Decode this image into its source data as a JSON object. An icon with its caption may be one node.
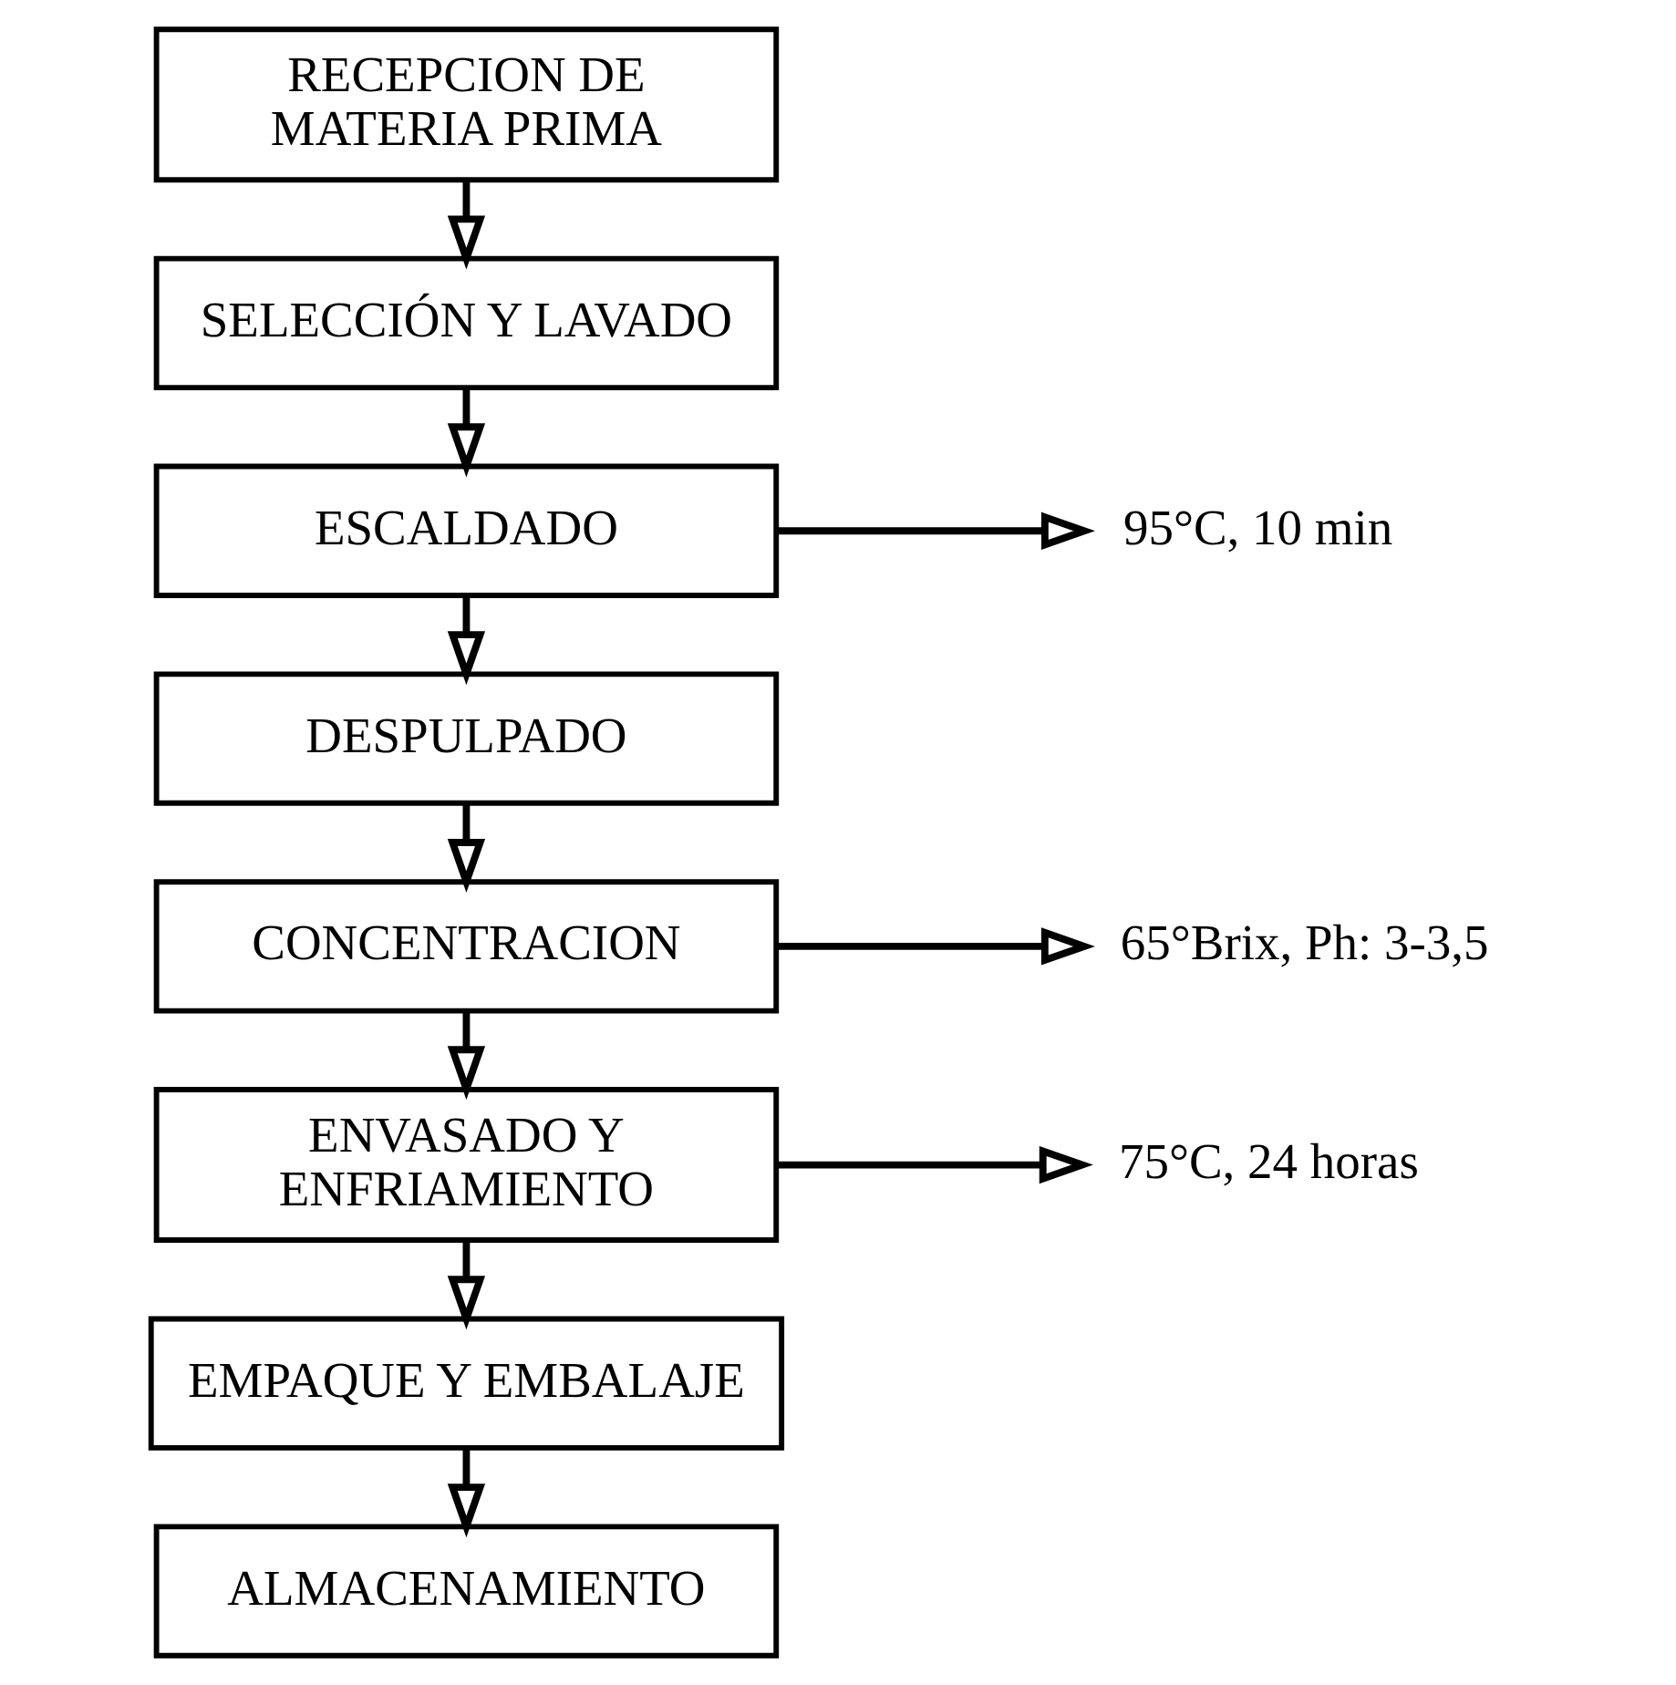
{
  "diagram": {
    "nodes": [
      {
        "text": [
          "RECEPCION DE MATERIA PRIMA"
        ]
      },
      {
        "text": [
          "SELECCIÓN Y LAVADO"
        ]
      },
      {
        "text": [
          "ESCALDADO"
        ]
      },
      {
        "text": [
          "DESPULPADO"
        ]
      },
      {
        "text": [
          "CONCENTRACION"
        ]
      },
      {
        "text": [
          "ENVASADO Y ENFRIAMIENTO"
        ]
      },
      {
        "text": [
          "EMPAQUE Y EMBALAJE"
        ]
      },
      {
        "text": [
          "ALMACENAMIENTO"
        ]
      },
      {
        "text": [
          "95°C, 10 min"
        ]
      },
      {
        "text": [
          "65°Brix, Ph: 3-3,5"
        ]
      },
      {
        "text": [
          "75°C, 24 horas"
        ]
      }
    ],
    "edges": [
      {
        "from": 0,
        "to": 1,
        "arrow": "to"
      },
      {
        "from": 1,
        "to": 2,
        "arrow": "to"
      },
      {
        "from": 2,
        "to": 3,
        "arrow": "to"
      },
      {
        "from": 3,
        "to": 4,
        "arrow": "to"
      },
      {
        "from": 4,
        "to": 5,
        "arrow": "to"
      },
      {
        "from": 5,
        "to": 6,
        "arrow": "to"
      },
      {
        "from": 6,
        "to": 7,
        "arrow": "to"
      },
      {
        "from": 2,
        "to": 8,
        "arrow": "to"
      },
      {
        "from": 4,
        "to": 9,
        "arrow": "to"
      },
      {
        "from": 5,
        "to": 10,
        "arrow": "to"
      }
    ]
  }
}
